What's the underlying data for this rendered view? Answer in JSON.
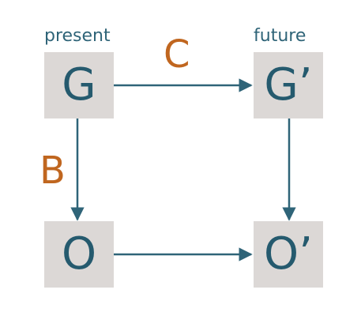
{
  "labels": {
    "present": "present",
    "future": "future"
  },
  "nodes": {
    "g": "G",
    "g_prime": "G’",
    "o": "O",
    "o_prime": "O’"
  },
  "edge_labels": {
    "c": "C",
    "b": "B"
  },
  "colors": {
    "node_fill": "#dcd8d6",
    "node_text": "#255a6e",
    "arrow": "#2f6478",
    "edge_label": "#c0661f",
    "column_label": "#2f6478"
  }
}
